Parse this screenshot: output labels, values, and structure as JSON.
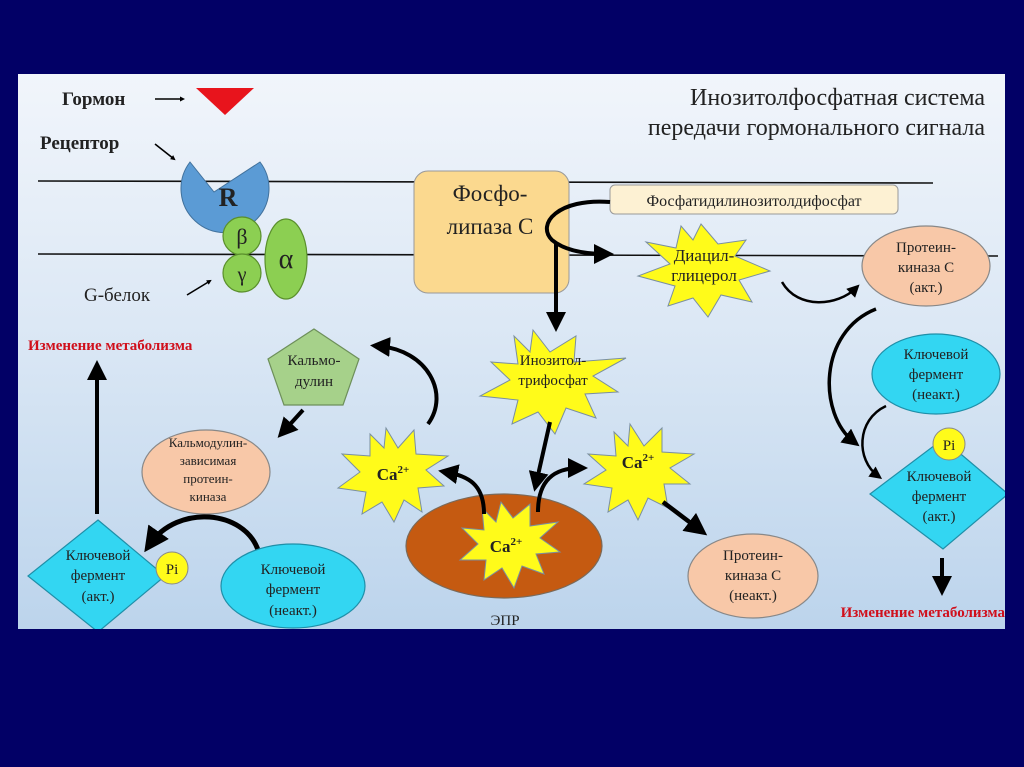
{
  "title": {
    "line1": "Инозитолфосфатная  система",
    "line2": "передачи гормонального сигнала"
  },
  "labels": {
    "hormone": "Гормон",
    "receptor": "Рецептор",
    "receptor_letter": "R",
    "g_protein": "G-белок",
    "beta": "β",
    "gamma": "γ",
    "alpha": "α",
    "phospholipase_line1": "Фосфо-",
    "phospholipase_line2": "липаза С",
    "pip2": "Фосфатидилинозитолдифосфат",
    "dag_line1": "Диацил-",
    "dag_line2": "глицерол",
    "ip3_line1": "Инозитол-",
    "ip3_line2": "трифосфат",
    "pkc_active_line1": "Протеин-",
    "pkc_active_line2": "киназа С",
    "pkc_active_line3": "(акт.)",
    "key_enzyme_inactive_right_line1": "Ключевой",
    "key_enzyme_inactive_right_line2": "фермент",
    "key_enzyme_inactive_right_line3": "(неакт.)",
    "key_enzyme_active_right_line1": "Ключевой",
    "key_enzyme_active_right_line2": "фермент",
    "key_enzyme_active_right_line3": "(акт.)",
    "pi_right": "Pi",
    "metabolism_change_right": "Изменение метаболизма",
    "metabolism_change_left": "Изменение метаболизма",
    "calmodulin_line1": "Кальмо-",
    "calmodulin_line2": "дулин",
    "cam_kinase_line1": "Кальмодулин-",
    "cam_kinase_line2": "зависимая",
    "cam_kinase_line3": "протеин-",
    "cam_kinase_line4": "киназа",
    "key_enzyme_active_left_line1": "Ключевой",
    "key_enzyme_active_left_line2": "фермент",
    "key_enzyme_active_left_line3": "(акт.)",
    "pi_left": "Pi",
    "key_enzyme_inactive_left_line1": "Ключевой",
    "key_enzyme_inactive_left_line2": "фермент",
    "key_enzyme_inactive_left_line3": "(неакт.)",
    "ca_left": "Ca",
    "ca_right": "Ca",
    "ca_er": "Ca",
    "ca_charge": "2+",
    "er": "ЭПР",
    "pkc_inactive_line1": "Протеин-",
    "pkc_inactive_line2": "киназа С",
    "pkc_inactive_line3": "(неакт.)"
  },
  "colors": {
    "background": "#020066",
    "hormone": "#e8141c",
    "receptor": "#5b9bd5",
    "g_protein": "#8ccf52",
    "phospholipase": "#fbd98f",
    "pip2_box": "#fdf1d3",
    "star": "#fffb1a",
    "kinase": "#f8c8a8",
    "enzyme": "#33d6f2",
    "calmodulin": "#a6d18a",
    "er": "#c55a11",
    "metabolism_text": "#d0101c"
  }
}
